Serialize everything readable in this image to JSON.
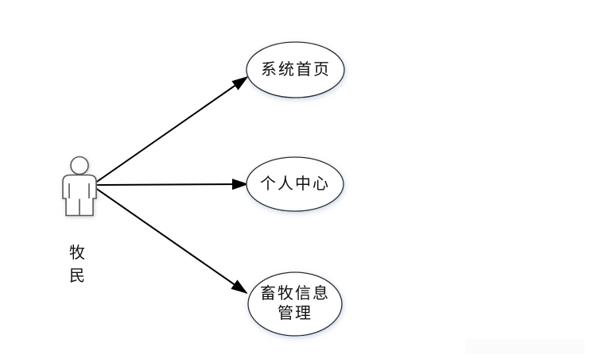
{
  "diagram": {
    "type": "use-case-diagram",
    "actor": {
      "label": "牧民"
    },
    "use_cases": [
      {
        "label": "系统首页"
      },
      {
        "label": "个人中心"
      },
      {
        "label": "畜牧信息管理"
      }
    ],
    "associations": [
      {
        "from": "牧民",
        "to": "系统首页"
      },
      {
        "from": "牧民",
        "to": "个人中心"
      },
      {
        "from": "牧民",
        "to": "畜牧信息管理"
      }
    ],
    "colors": {
      "background": "#ffffff",
      "arrow": "#000000",
      "ellipse_stroke": "#2b2b2b",
      "ellipse_glow": "#9db3d9",
      "actor_stroke": "#575757",
      "text": "#121212",
      "watermark": "#fbfbfb"
    }
  }
}
